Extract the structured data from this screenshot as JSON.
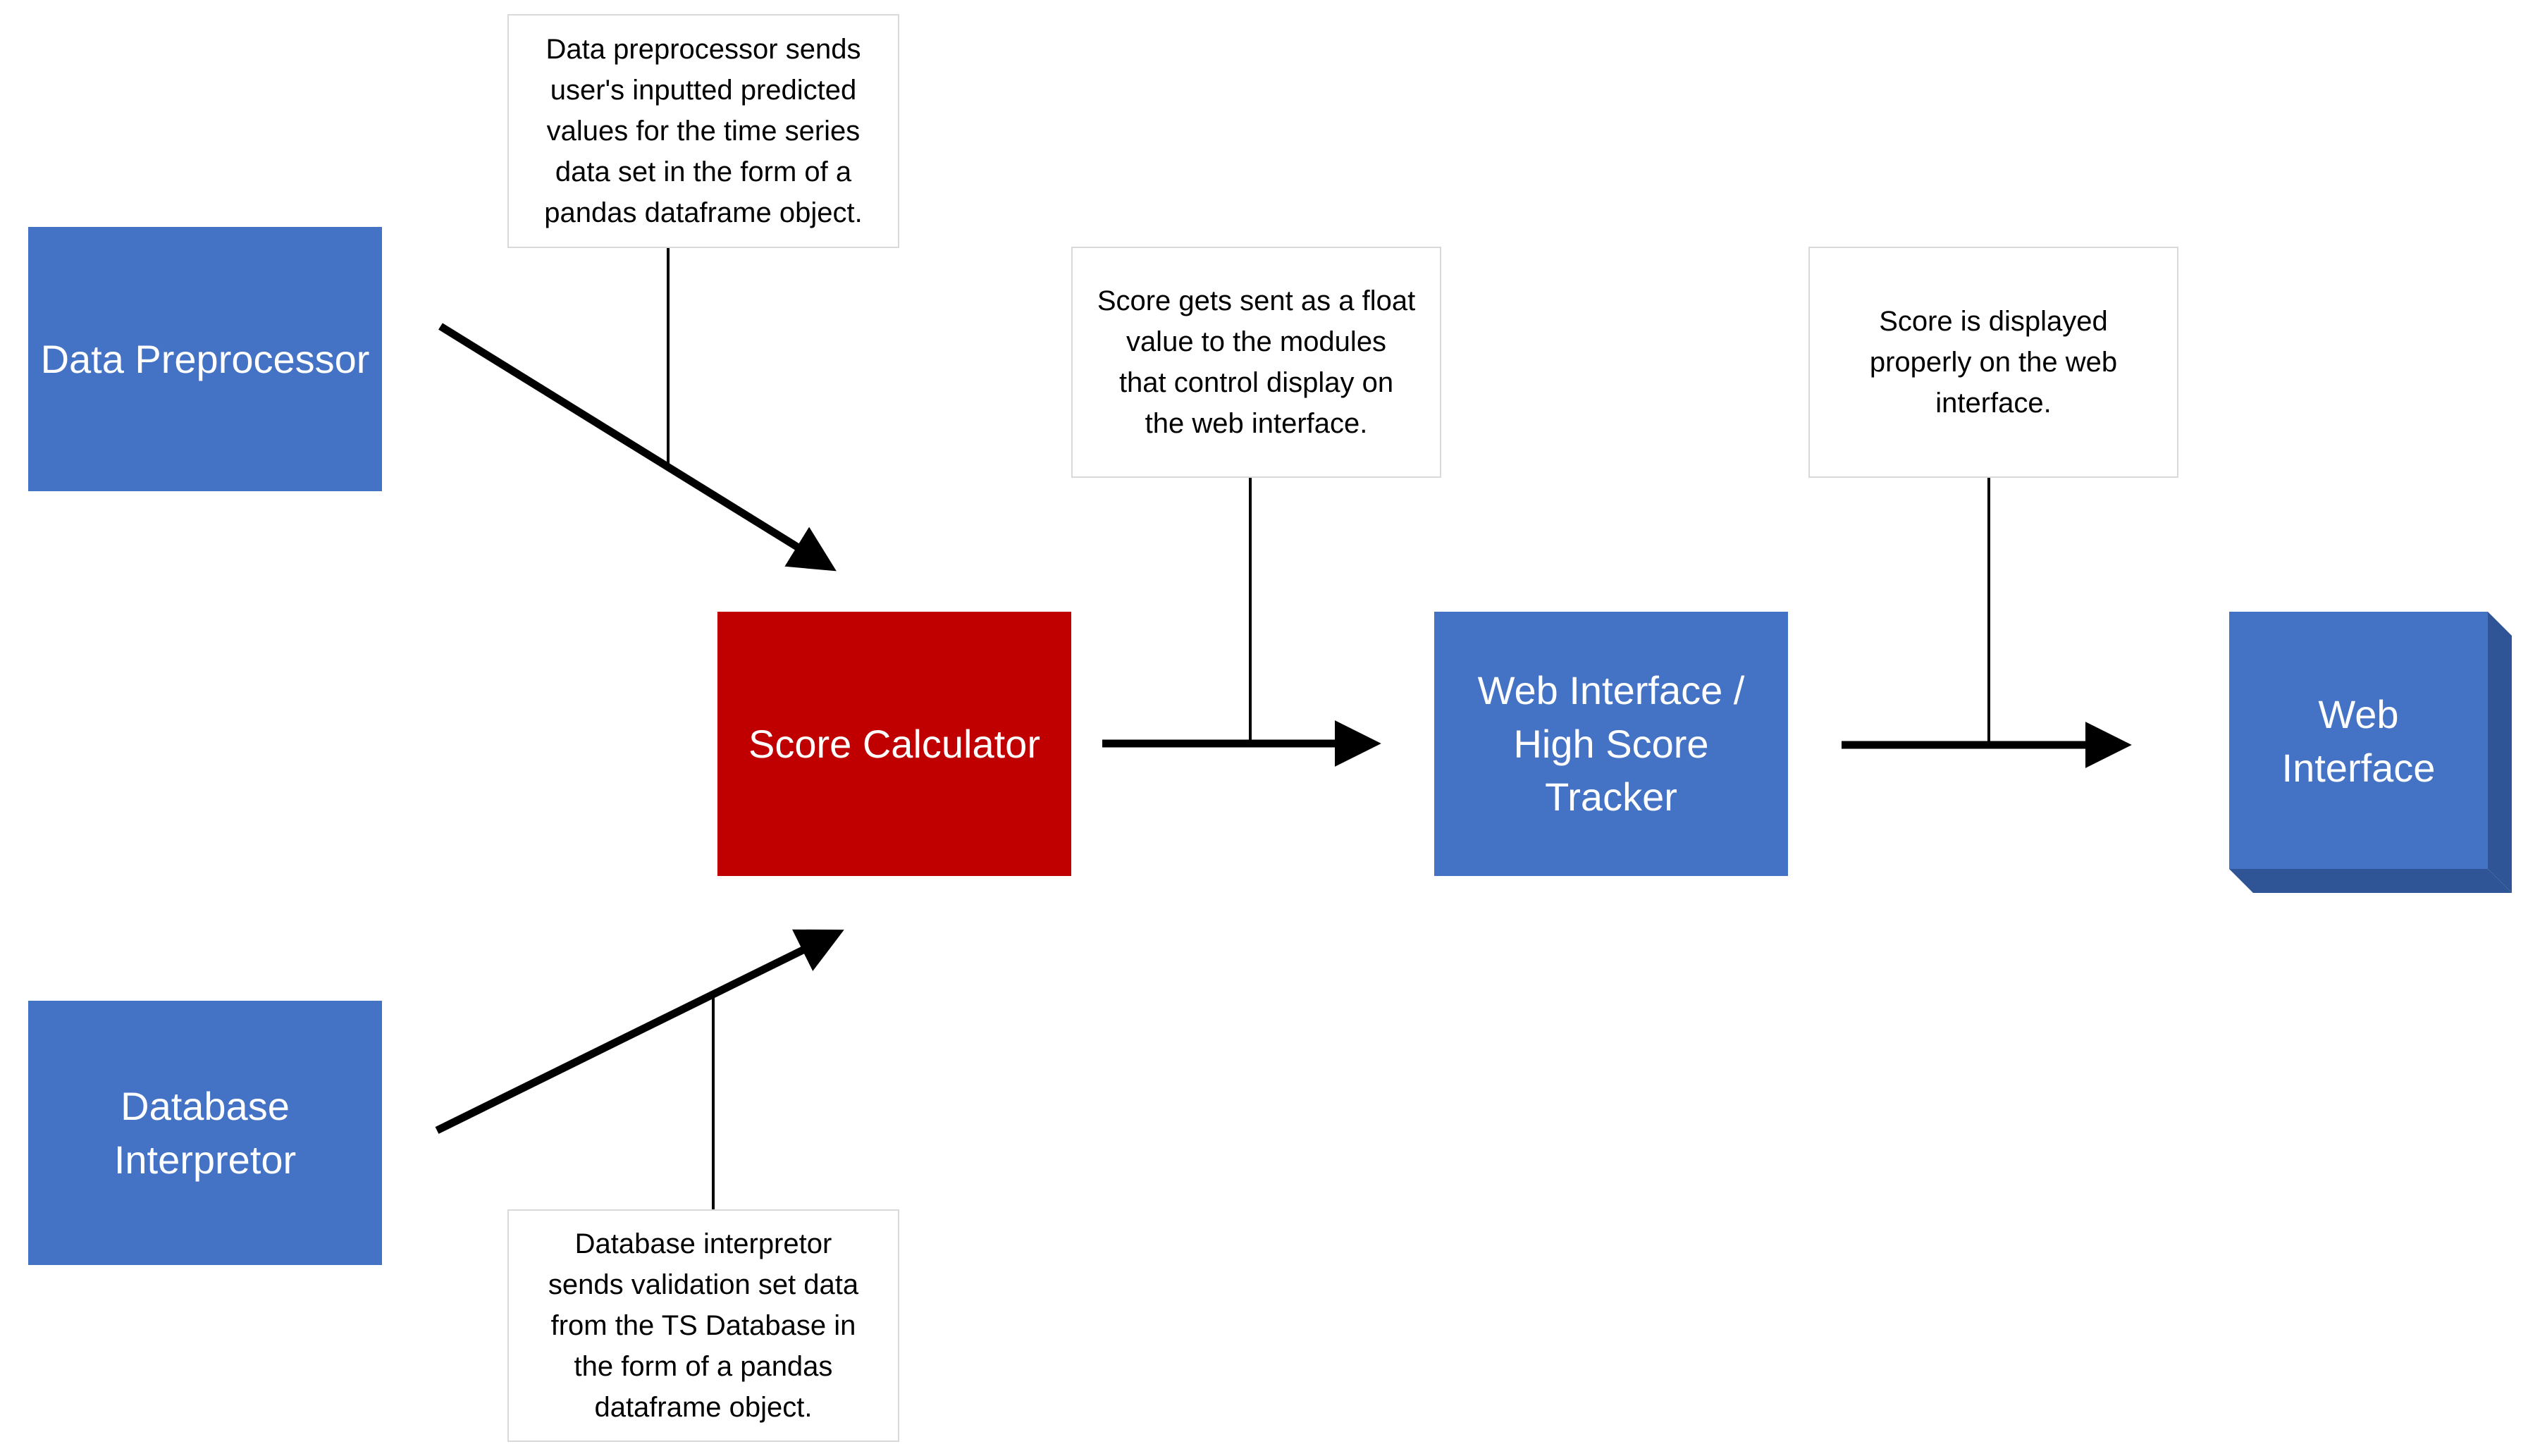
{
  "colors": {
    "module": "#4472c4",
    "highlight": "#c00000",
    "arrow": "#000000",
    "note_border": "#d9d9d9"
  },
  "nodes": {
    "data_preprocessor": "Data Preprocessor",
    "database_interpretor": "Database\nInterpretor",
    "score_calculator": "Score Calculator",
    "high_score_tracker": "Web Interface /\nHigh Score Tracker",
    "web_interface": "Web\nInterface"
  },
  "notes": {
    "preprocessor_note": "Data preprocessor sends\nuser's inputted predicted\nvalues for the time series\ndata set in the form of a\npandas dataframe object.",
    "database_note": "Database interpretor\nsends validation set data\nfrom the TS Database in\nthe form of a pandas\ndataframe object.",
    "score_note": "Score gets sent as a float\nvalue to the modules\nthat control display on\nthe web interface.",
    "display_note": "Score is displayed\nproperly on the web\ninterface."
  }
}
